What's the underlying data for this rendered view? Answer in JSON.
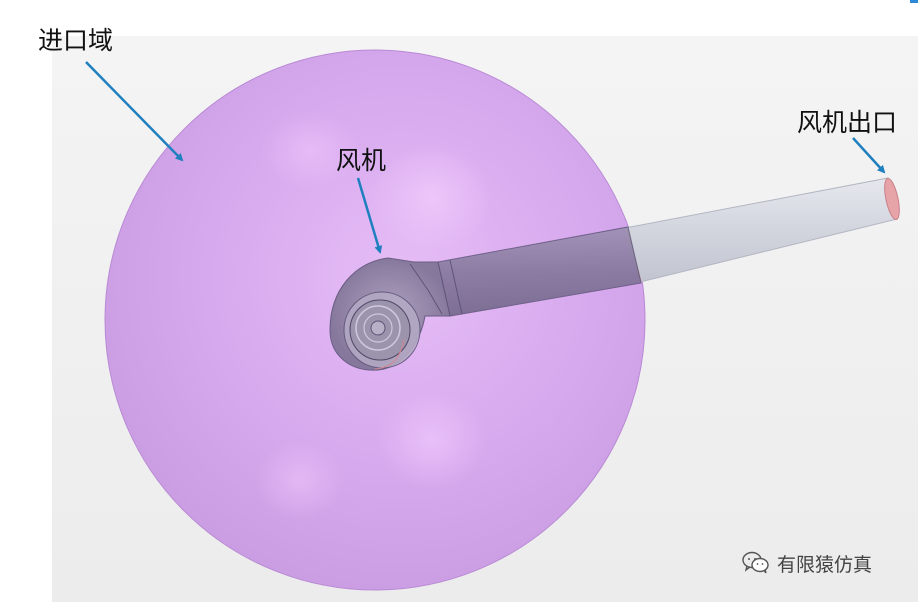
{
  "labels": {
    "inlet_domain": "进口域",
    "fan": "风机",
    "fan_outlet": "风机出口"
  },
  "watermark": {
    "text": "有限猿仿真",
    "icon": "wechat-icon"
  },
  "colors": {
    "sphere": "#d4a4ec",
    "sphere_highlight": "#e6bdf6",
    "sphere_edge": "#b98ad4",
    "outlet_pipe": "#d3d6e0",
    "inner_pipe": "#7f7497",
    "fan_housing": "#8a7fa0",
    "arrow": "#1f7fbf",
    "background": "#f0f0f0"
  }
}
